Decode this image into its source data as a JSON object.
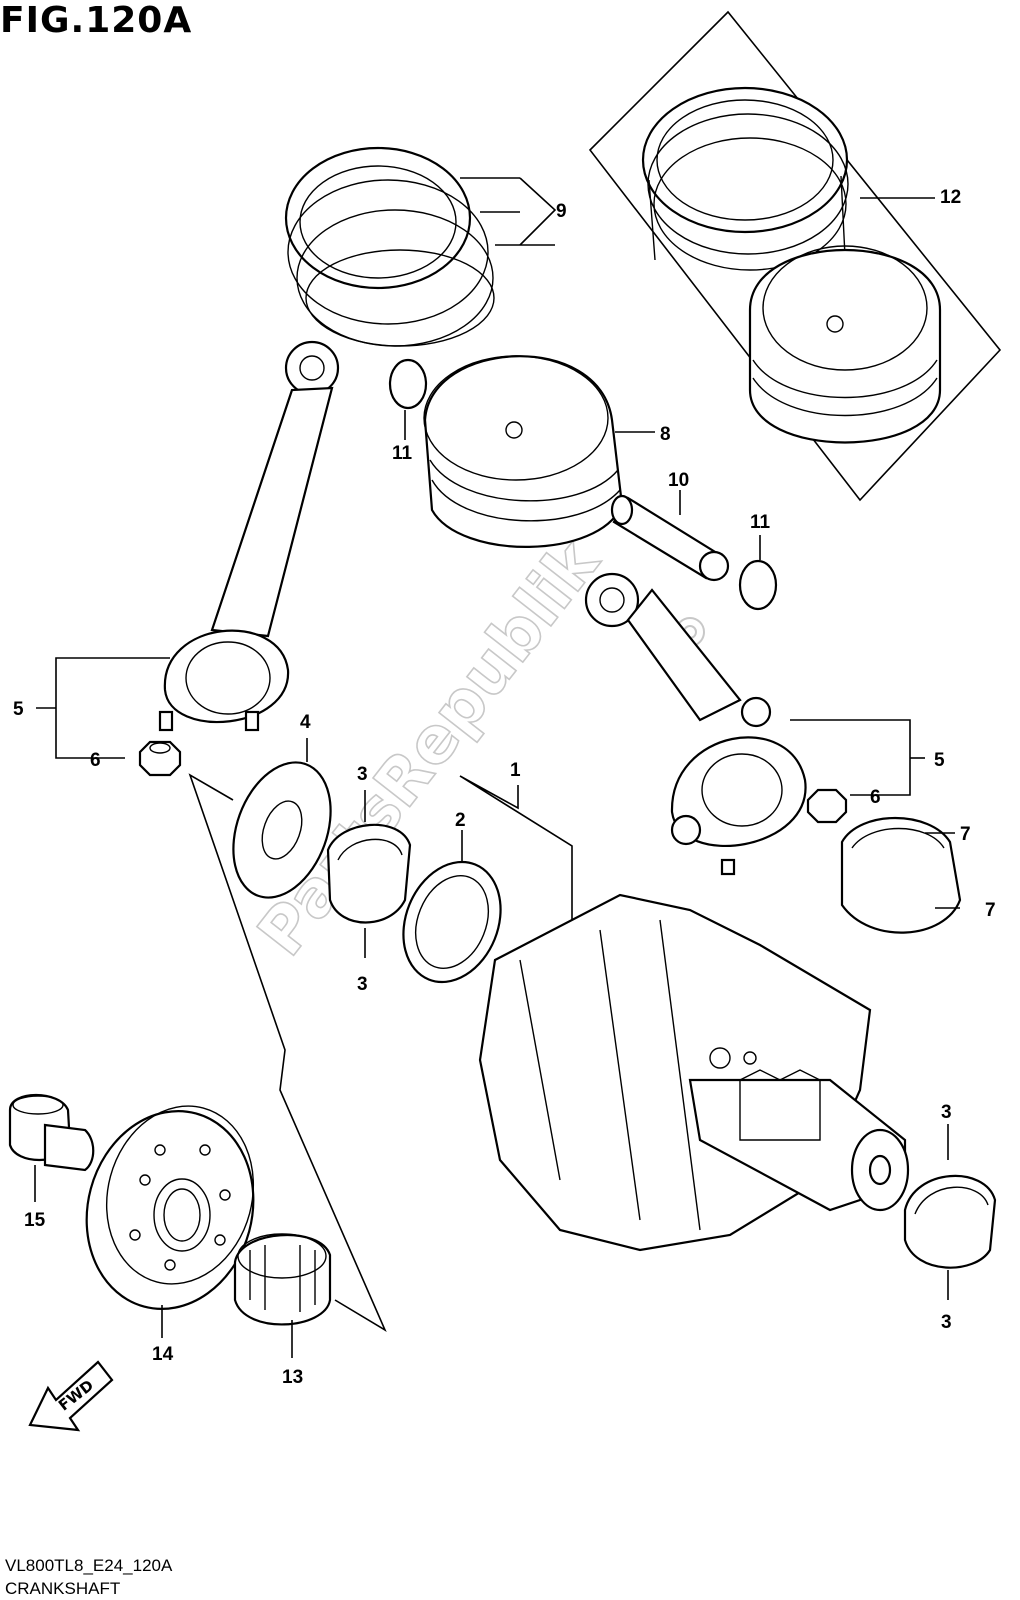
{
  "figure": {
    "title": "FIG.120A",
    "model_code": "VL800TL8_E24_120A",
    "section_name": "CRANKSHAFT"
  },
  "watermark": "PartsRepublik",
  "fwd_label": "FWD",
  "callouts": [
    {
      "id": "c9",
      "text": "9"
    },
    {
      "id": "c12",
      "text": "12"
    },
    {
      "id": "c8",
      "text": "8"
    },
    {
      "id": "c11a",
      "text": "11"
    },
    {
      "id": "c10",
      "text": "10"
    },
    {
      "id": "c11b",
      "text": "11"
    },
    {
      "id": "c5a",
      "text": "5"
    },
    {
      "id": "c6a",
      "text": "6"
    },
    {
      "id": "c4",
      "text": "4"
    },
    {
      "id": "c3a",
      "text": "3"
    },
    {
      "id": "c3b",
      "text": "3"
    },
    {
      "id": "c2",
      "text": "2"
    },
    {
      "id": "c1",
      "text": "1"
    },
    {
      "id": "c5b",
      "text": "5"
    },
    {
      "id": "c6b",
      "text": "6"
    },
    {
      "id": "c7a",
      "text": "7"
    },
    {
      "id": "c7b",
      "text": "7"
    },
    {
      "id": "c3c",
      "text": "3"
    },
    {
      "id": "c3d",
      "text": "3"
    },
    {
      "id": "c15",
      "text": "15"
    },
    {
      "id": "c14",
      "text": "14"
    },
    {
      "id": "c13",
      "text": "13"
    }
  ]
}
